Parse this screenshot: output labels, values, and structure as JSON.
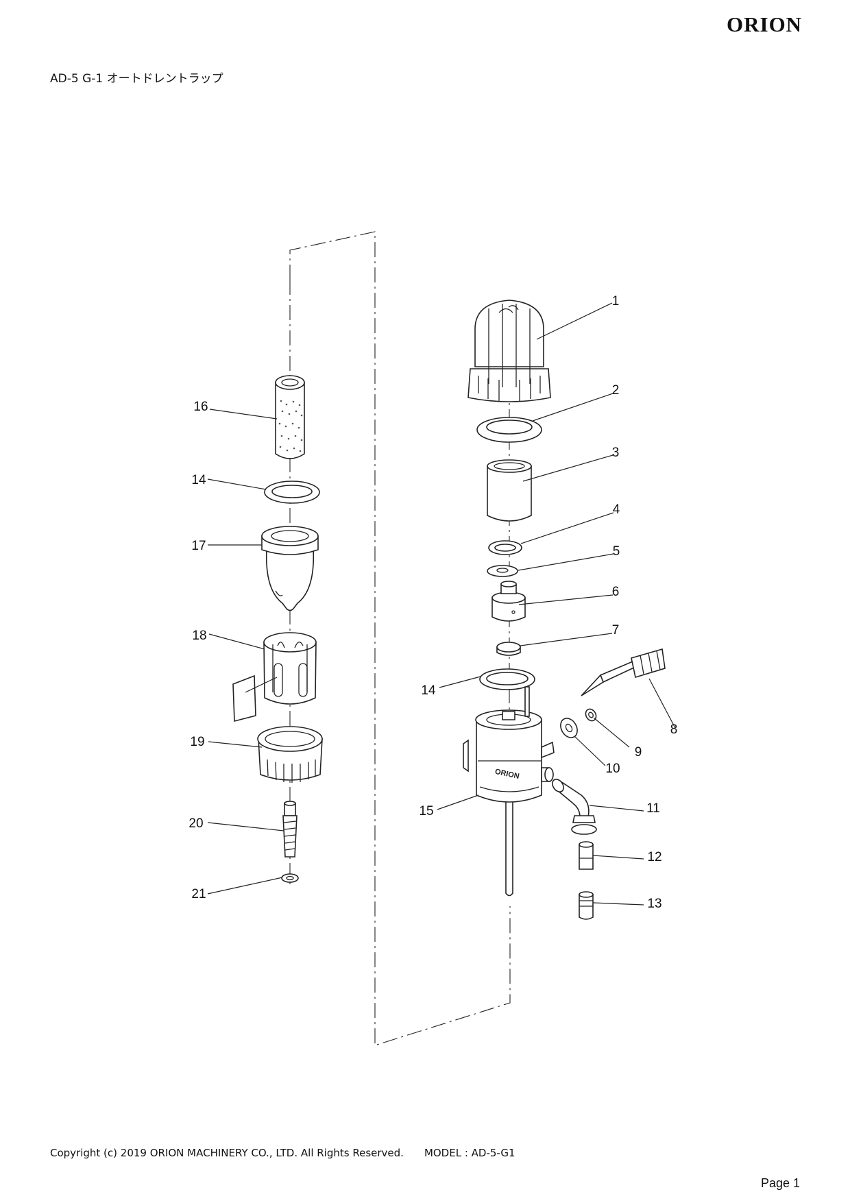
{
  "header": {
    "logo": "ORION",
    "title": "AD-5 G-1 オートドレントラップ"
  },
  "diagram": {
    "body_marking": "ORION",
    "callouts": [
      "1",
      "2",
      "3",
      "4",
      "5",
      "6",
      "7",
      "8",
      "9",
      "10",
      "11",
      "12",
      "13",
      "14",
      "15",
      "16",
      "14",
      "17",
      "18",
      "19",
      "20",
      "21"
    ]
  },
  "footer": {
    "copyright": "Copyright (c) 2019 ORION MACHINERY CO., LTD. All Rights Reserved.",
    "model": "MODEL : AD-5-G1",
    "page": "Page 1"
  }
}
